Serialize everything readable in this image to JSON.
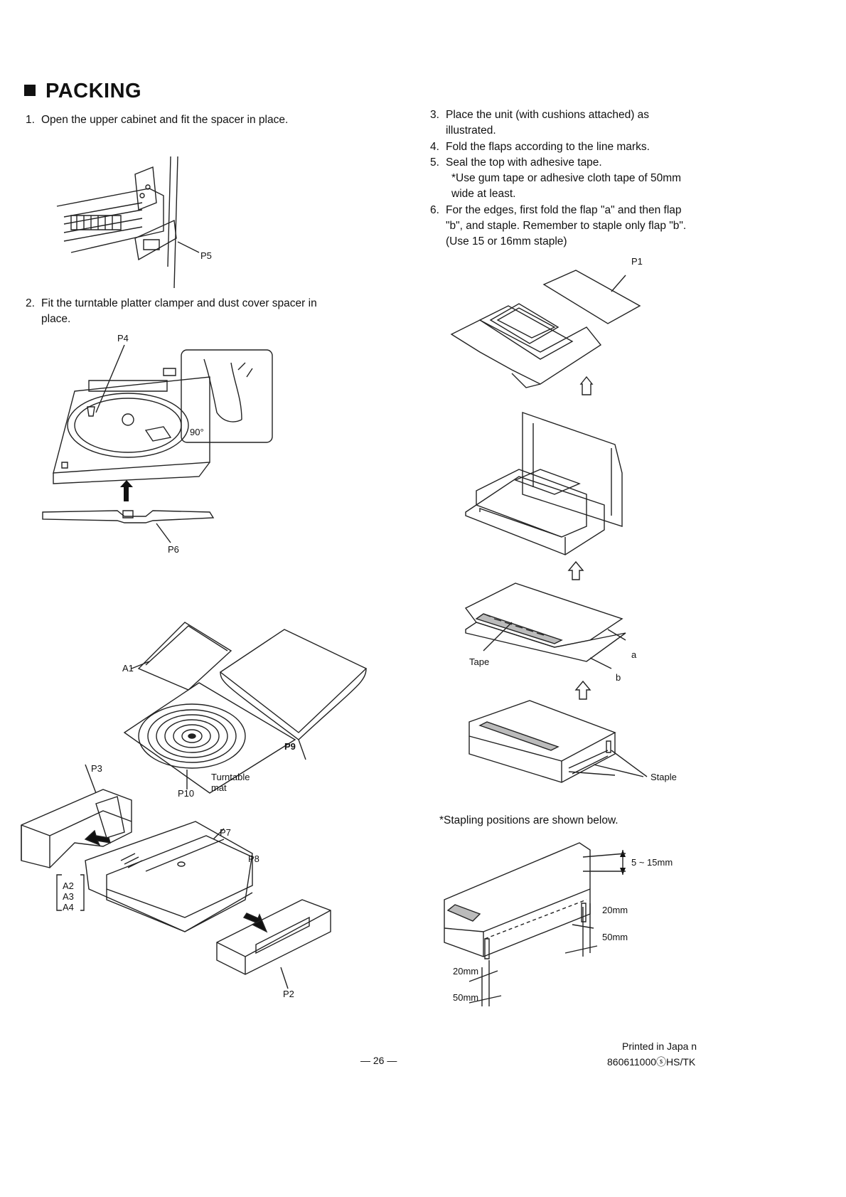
{
  "heading": "PACKING",
  "steps": {
    "s1": {
      "num": "1.",
      "text": "Open the upper cabinet and fit the spacer in place."
    },
    "s2": {
      "num": "2.",
      "text": "Fit the turntable platter clamper and dust cover spacer in place."
    },
    "s3": {
      "num": "3.",
      "text": "Place the unit (with cushions attached) as illustrated."
    },
    "s4": {
      "num": "4.",
      "text": "Fold the flaps according to the line marks."
    },
    "s5": {
      "num": "5.",
      "text": "Seal the top with adhesive tape."
    },
    "s5_note": "*Use gum tape or adhesive cloth tape of 50mm wide at least.",
    "s6": {
      "num": "6.",
      "text": "For the edges, first fold the flap \"a\" and then flap \"b\", and staple. Remember to staple only flap \"b\". (Use 15 or 16mm staple)"
    }
  },
  "labels": {
    "p5": "P5",
    "p4": "P4",
    "deg90": "90°",
    "p6": "P6",
    "a1": "A1",
    "p9": "P9",
    "p3": "P3",
    "turntable_mat_1": "Turntable",
    "turntable_mat_2": "mat",
    "p10": "P10",
    "p7": "P7",
    "p8": "P8",
    "a2": "A2",
    "a3": "A3",
    "a4": "A4",
    "p2": "P2",
    "p1": "P1",
    "tape": "Tape",
    "a": "a",
    "b": "b",
    "staple": "Staple",
    "stapling_note": "*Stapling positions are shown below.",
    "dim_5_15": "5 ~ 15mm",
    "dim_20_r": "20mm",
    "dim_50_r": "50mm",
    "dim_20_l": "20mm",
    "dim_50_l": "50mm"
  },
  "footer": {
    "page": "— 26 —",
    "printed": "Printed in Japa n",
    "code": "860611000ⓢHS/TK"
  }
}
